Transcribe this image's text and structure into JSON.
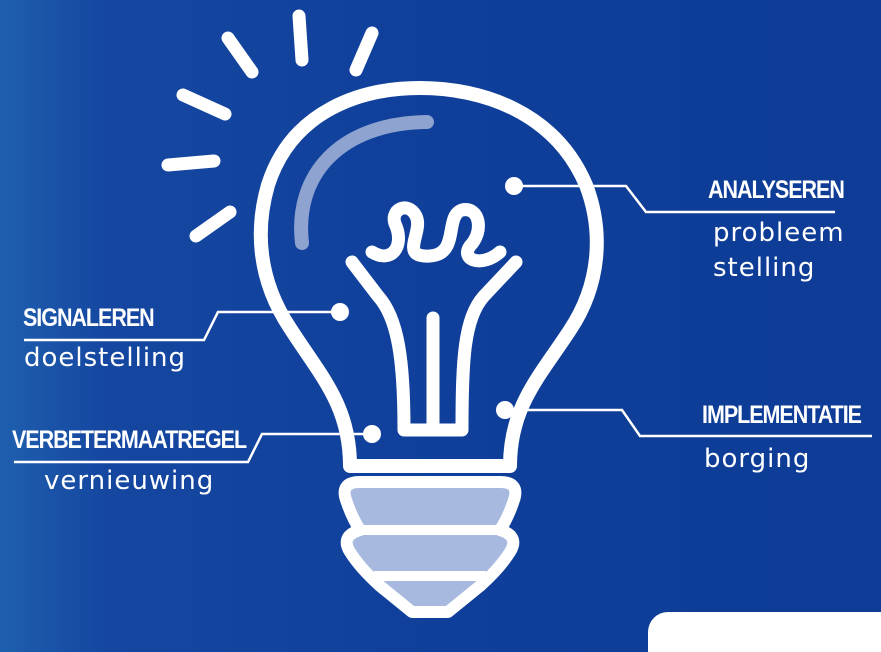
{
  "labels": {
    "analyseren": {
      "title": "ANALYSEREN",
      "sub1": "probleem",
      "sub2": "stelling"
    },
    "signaleren": {
      "title": "SIGNALEREN",
      "sub": "doelstelling"
    },
    "verbeter": {
      "title": "VERBETERMAATREGEL",
      "sub": "vernieuwing"
    },
    "implementatie": {
      "title": "IMPLEMENTATIE",
      "sub": "borging"
    }
  },
  "colors": {
    "background": "#0f3f9a",
    "line": "#ffffff",
    "highlight": "#8ea3cf",
    "base_fill": "#a7b9df"
  }
}
